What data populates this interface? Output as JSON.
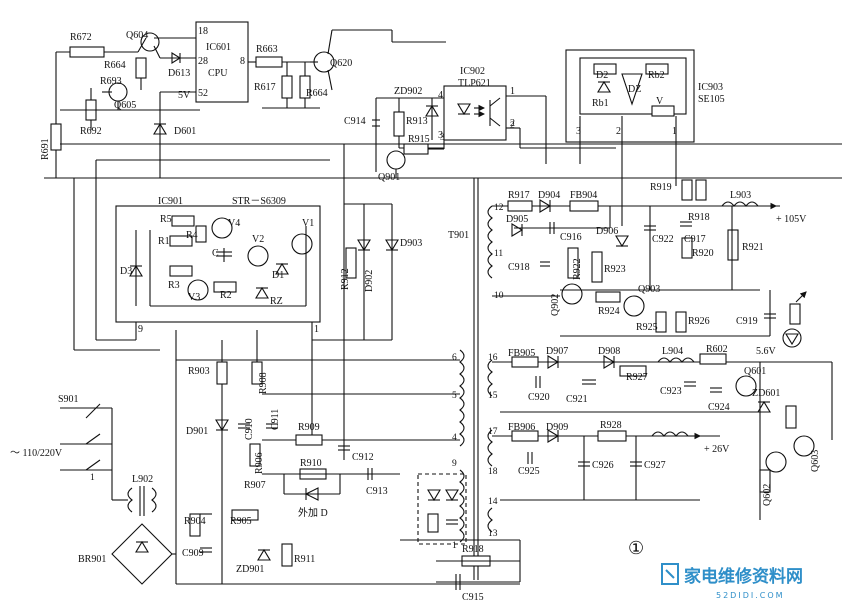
{
  "figure_number": "①",
  "ics": {
    "ic601": {
      "name": "IC601",
      "sub": "CPU",
      "pins": [
        "18",
        "28",
        "52",
        "8"
      ],
      "supply": "5V"
    },
    "ic901": {
      "name": "IC901",
      "part": "STR－S6309",
      "pin9": "9",
      "pin1": "1"
    },
    "ic902": {
      "name": "IC902",
      "part": "TLP621",
      "pins": [
        "1",
        "2",
        "3",
        "4"
      ]
    },
    "ic903": {
      "name": "IC903",
      "part": "SE105",
      "pins": [
        "1",
        "2",
        "3"
      ]
    }
  },
  "inner_parts": [
    "R5",
    "R4",
    "V4",
    "R1",
    "V2",
    "V1",
    "C",
    "D3",
    "D1",
    "R3",
    "V3",
    "R2",
    "D2",
    "Rb2",
    "Rb1",
    "DZ",
    "V",
    "RZ"
  ],
  "components": {
    "r672": "R672",
    "q604": "Q604",
    "r664a": "R664",
    "d613": "D613",
    "r693": "R693",
    "q605": "Q605",
    "r692": "R692",
    "r691": "R691",
    "d601": "D601",
    "r663": "R663",
    "q620": "Q620",
    "r617": "R617",
    "r664b": "R664",
    "zd902": "ZD902",
    "c914": "C914",
    "r913": "R913",
    "r915": "R915",
    "q901": "Q901",
    "r912": "R912",
    "d902": "D902",
    "d903": "D903",
    "t901": "T901",
    "r917": "R917",
    "d904": "D904",
    "fb904": "FB904",
    "d905": "D905",
    "c916": "C916",
    "d906": "D906",
    "r919": "R919",
    "r918a": "R918",
    "l903": "L903",
    "c922": "C922",
    "c917": "C917",
    "r920": "R920",
    "r921": "R921",
    "c918": "C918",
    "r922": "R922",
    "r923": "R923",
    "q902": "Q902",
    "r924": "R924",
    "q903": "Q903",
    "r925": "R925",
    "r926": "R926",
    "c919": "C919",
    "led": "5.6V",
    "fb905": "FB905",
    "d907": "D907",
    "d908": "D908",
    "l904": "L904",
    "r602": "R602",
    "q601": "Q601",
    "c920": "C920",
    "c921": "C921",
    "r927": "R927",
    "c923": "C923",
    "c924": "C924",
    "zd601": "ZD601",
    "fb906": "FB906",
    "d909": "D909",
    "r928": "R928",
    "c925": "C925",
    "c926": "C926",
    "c927": "C927",
    "q602": "Q602",
    "q603": "Q603",
    "r903": "R903",
    "r908": "R908",
    "d901": "D901",
    "c910": "C910",
    "c911": "C911",
    "r909": "R909",
    "c912": "C912",
    "r906": "R906",
    "r910": "R910",
    "c913": "C913",
    "r907": "R907",
    "extra_d": "外加 D",
    "r904": "R904",
    "r905": "R905",
    "c909": "C909",
    "zd901": "ZD901",
    "r911": "R911",
    "r918b": "R918",
    "c915": "C915",
    "s901": "S901",
    "mains": "～ 110/220V",
    "l902": "L902",
    "br901": "BR901"
  },
  "outputs": {
    "v105": "+ 105V",
    "v26": "+ 26V"
  },
  "winding_pins": [
    "12",
    "11",
    "10",
    "16",
    "15",
    "17",
    "18",
    "14",
    "13",
    "6",
    "5",
    "4",
    "9",
    "1",
    "3",
    "2",
    "1"
  ],
  "watermark": {
    "title": "家电维修资料网",
    "url": "52DIDI.COM"
  }
}
